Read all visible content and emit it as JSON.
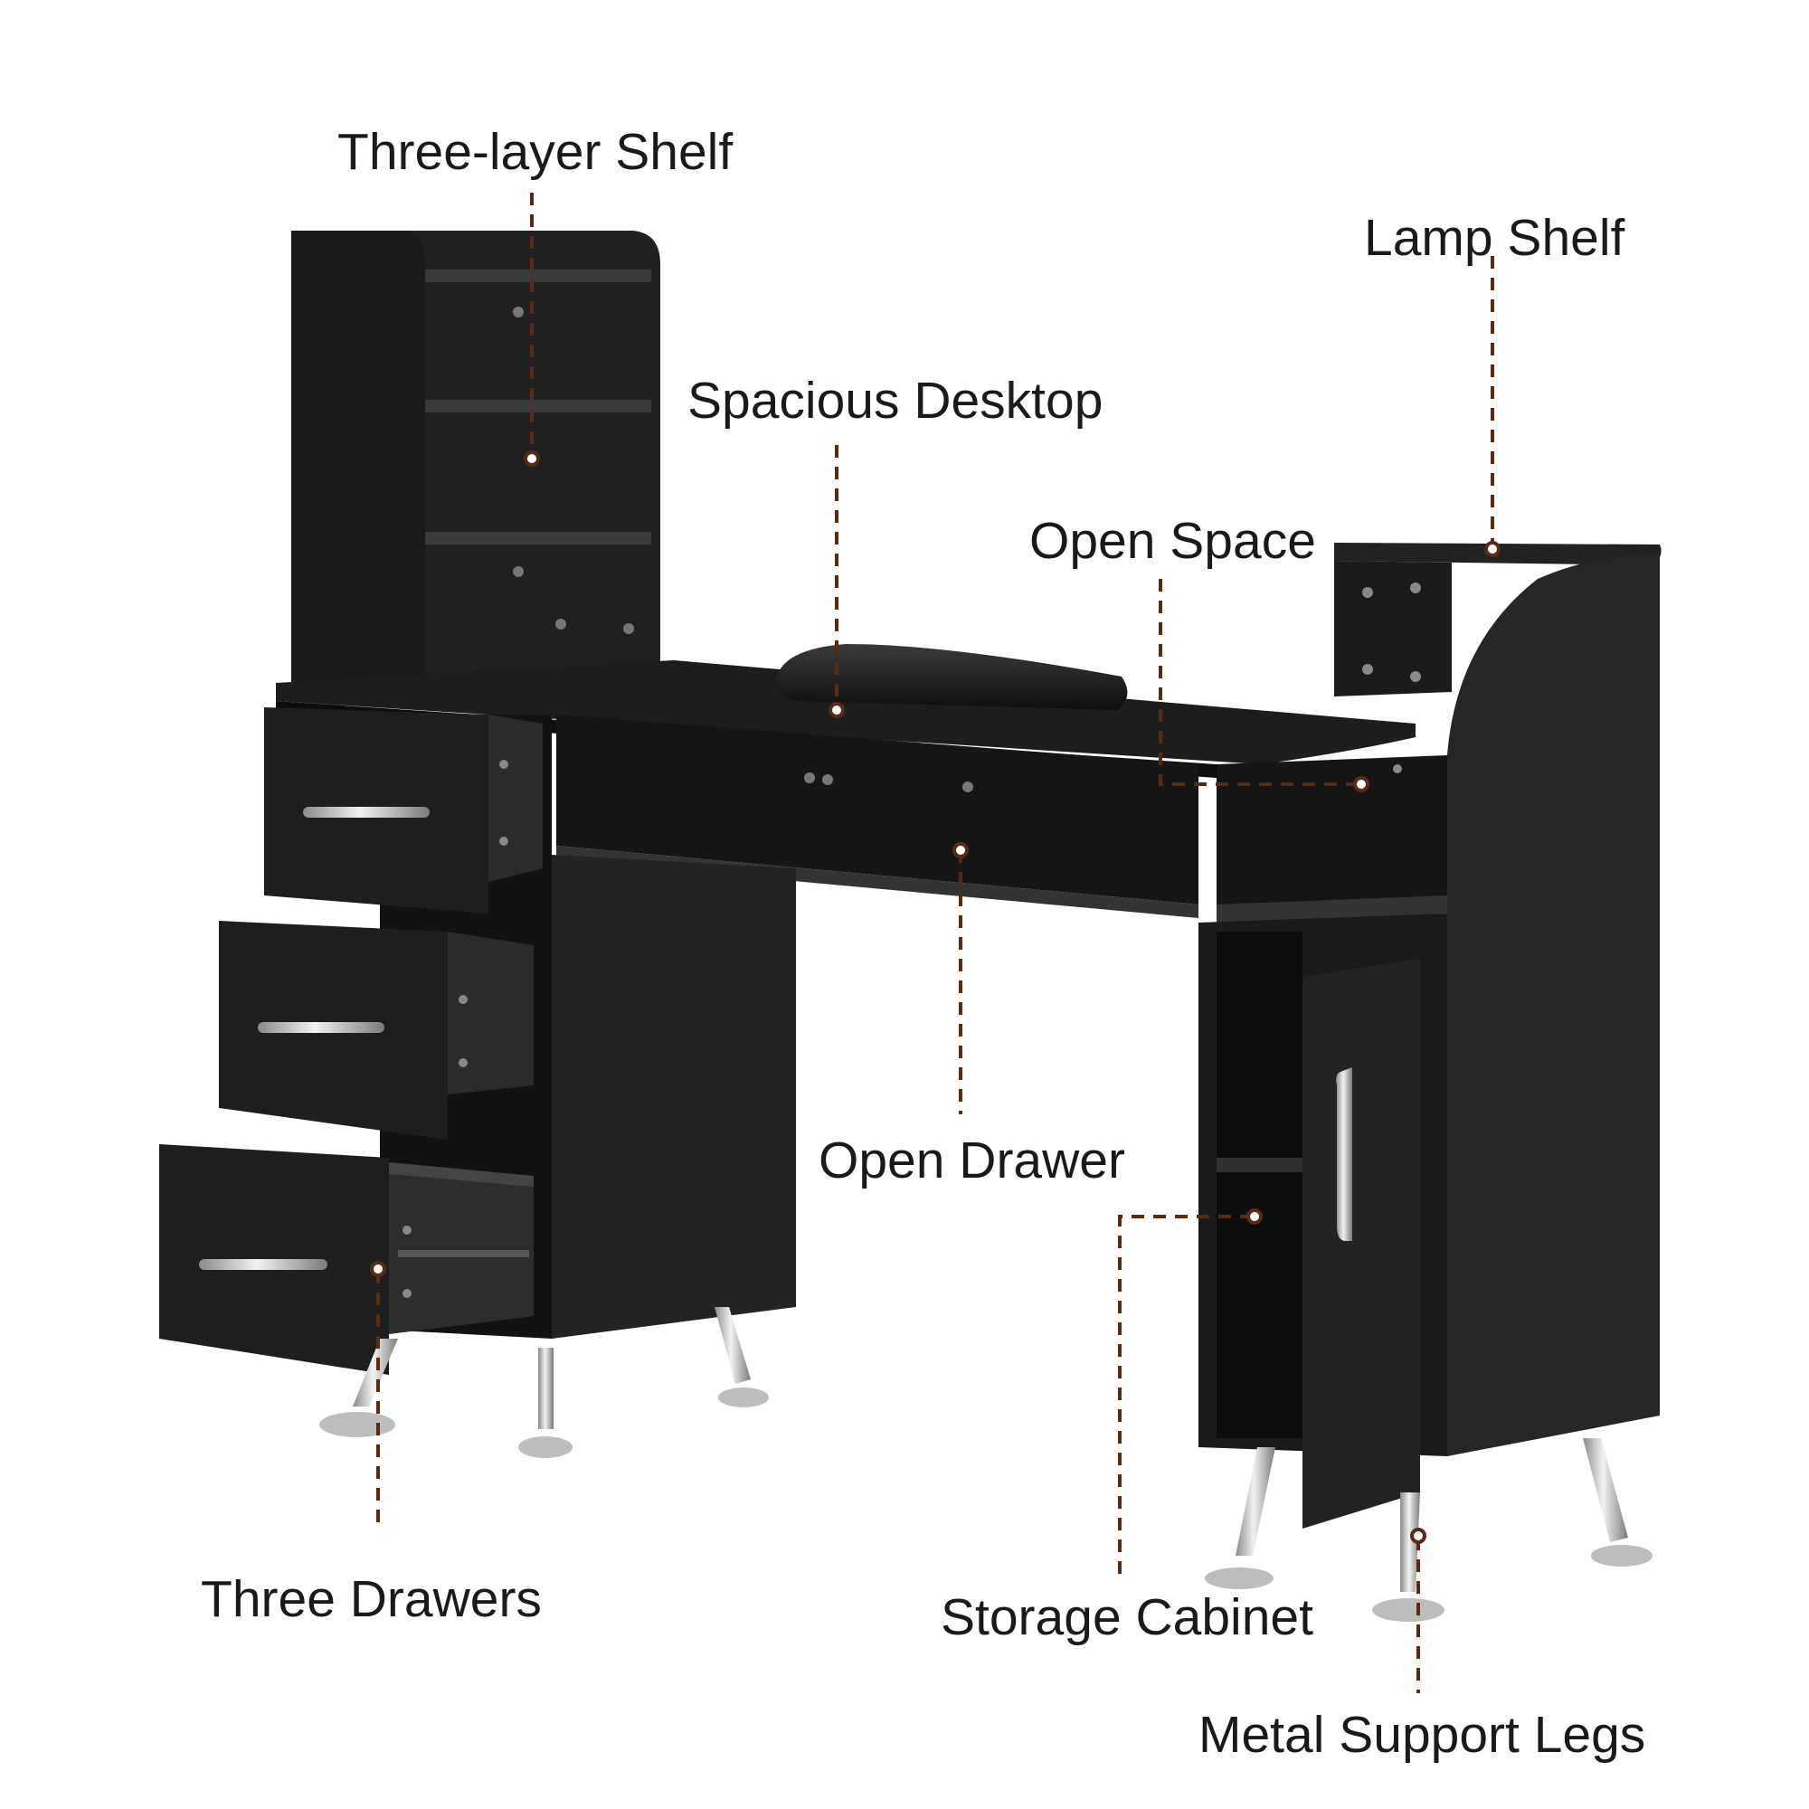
{
  "colors": {
    "wood": "#1b1b1b",
    "wood_mid": "#262626",
    "wood_edge": "#3a3a3a",
    "chrome": "#c9c9c9",
    "leader": "#5a2a14",
    "marker": "#ffffff"
  },
  "callouts": {
    "three_layer_shelf": "Three-layer Shelf",
    "lamp_shelf": "Lamp Shelf",
    "spacious_desktop": "Spacious Desktop",
    "open_space": "Open Space",
    "open_drawer": "Open Drawer",
    "three_drawers": "Three Drawers",
    "storage_cabinet": "Storage Cabinet",
    "metal_support_legs": "Metal Support Legs"
  }
}
